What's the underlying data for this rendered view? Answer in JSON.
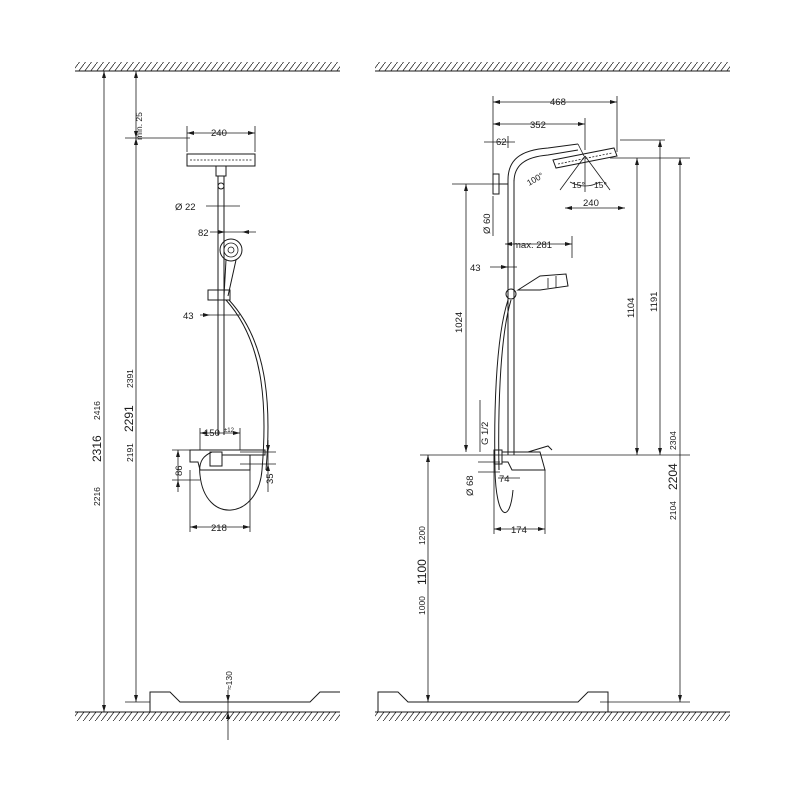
{
  "left_view": {
    "dims": {
      "min25": "min. 25",
      "w240": "240",
      "d22": "Ø 22",
      "d82": "82",
      "d43": "43",
      "d150": "150",
      "d150_tol": "±12",
      "d86": "86",
      "d35": "35",
      "d218": "218",
      "d130": "≈130",
      "h2416": "2416",
      "h2316": "2316",
      "h2216": "2216",
      "h2391": "2391",
      "h2291": "2291",
      "h2191": "2191"
    }
  },
  "right_view": {
    "dims": {
      "w468": "468",
      "w352": "352",
      "d62": "62",
      "angle100": "100°",
      "angle15a": "15°",
      "angle15b": "15°",
      "w240": "240",
      "d60": "Ø 60",
      "max281": "max. 281",
      "d43": "43",
      "h1024": "1024",
      "g12": "G 1/2",
      "d68": "Ø 68",
      "d74": "74",
      "d174": "174",
      "h1104": "1104",
      "h1191": "1191",
      "h2304": "2304",
      "h2204": "2204",
      "h2104": "2104",
      "h1200": "1200",
      "h1100": "1100",
      "h1000": "1000"
    }
  }
}
